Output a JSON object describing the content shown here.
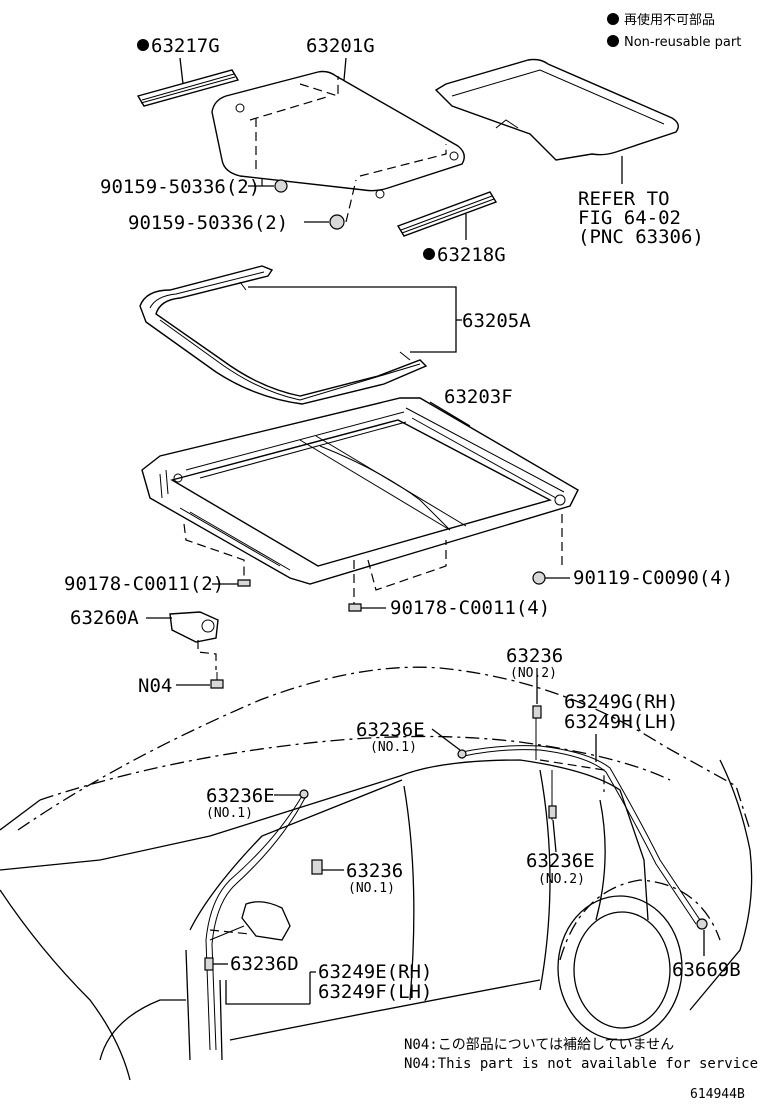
{
  "legend": {
    "reuse_jp": "再使用不可部品",
    "reuse_en": "Non-reusable part"
  },
  "parts": {
    "p63217G": "63217G",
    "p63201G": "63201G",
    "p90159a": "90159-50336(2)",
    "p90159b": "90159-50336(2)",
    "p63218G": "63218G",
    "refer1": "REFER TO",
    "refer2": "FIG 64-02",
    "refer3": "(PNC 63306)",
    "p63205A": "63205A",
    "p63203F": "63203F",
    "p90178a": "90178-C0011(2)",
    "p90119": "90119-C0090(4)",
    "p90178b": "90178-C0011(4)",
    "p63260A": "63260A",
    "pN04": "N04",
    "p63236top": "63236",
    "p63236top_sub": "(NO.2)",
    "p63249G": "63249G(RH)",
    "p63249H": "63249H(LH)",
    "p63236E1": "63236E",
    "p63236E1_sub": "(NO.1)",
    "p63236E2": "63236E",
    "p63236E2_sub": "(NO.1)",
    "p63236mid": "63236",
    "p63236mid_sub": "(NO.1)",
    "p63236E3": "63236E",
    "p63236E3_sub": "(NO.2)",
    "p63236D": "63236D",
    "p63249E": "63249E(RH)",
    "p63249F": "63249F(LH)",
    "p63669B": "63669B"
  },
  "notes": {
    "jp": "N04:この部品については補給していません",
    "en": "N04:This part is not available for service"
  },
  "figure_id": "614944B"
}
